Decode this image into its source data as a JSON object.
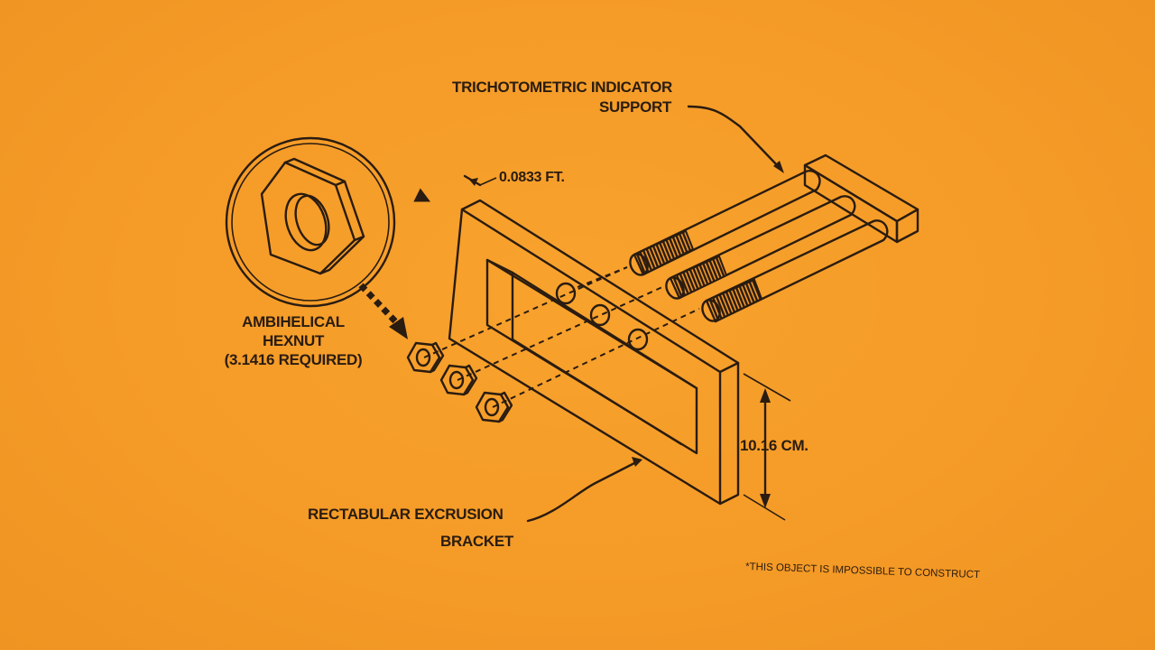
{
  "labels": {
    "trichotometric_line1": "TRICHOTOMETRIC INDICATOR",
    "trichotometric_line2": "SUPPORT",
    "thickness_dimension": "0.0833 FT.",
    "hexnut_line1": "AMBIHELICAL",
    "hexnut_line2": "HEXNUT",
    "hexnut_line3": "(3.1416 REQUIRED)",
    "height_dimension": "10.16 CM.",
    "bracket_line1": "RECTABULAR EXCRUSION",
    "bracket_line2": "BRACKET",
    "footnote": "*THIS OBJECT IS IMPOSSIBLE TO CONSTRUCT"
  },
  "colors": {
    "background": "#f59a26",
    "ink": "#2a1c10"
  },
  "icons": [
    "hexnut-detail-icon",
    "hexnut-icon",
    "threaded-rod-icon",
    "bracket-icon"
  ]
}
